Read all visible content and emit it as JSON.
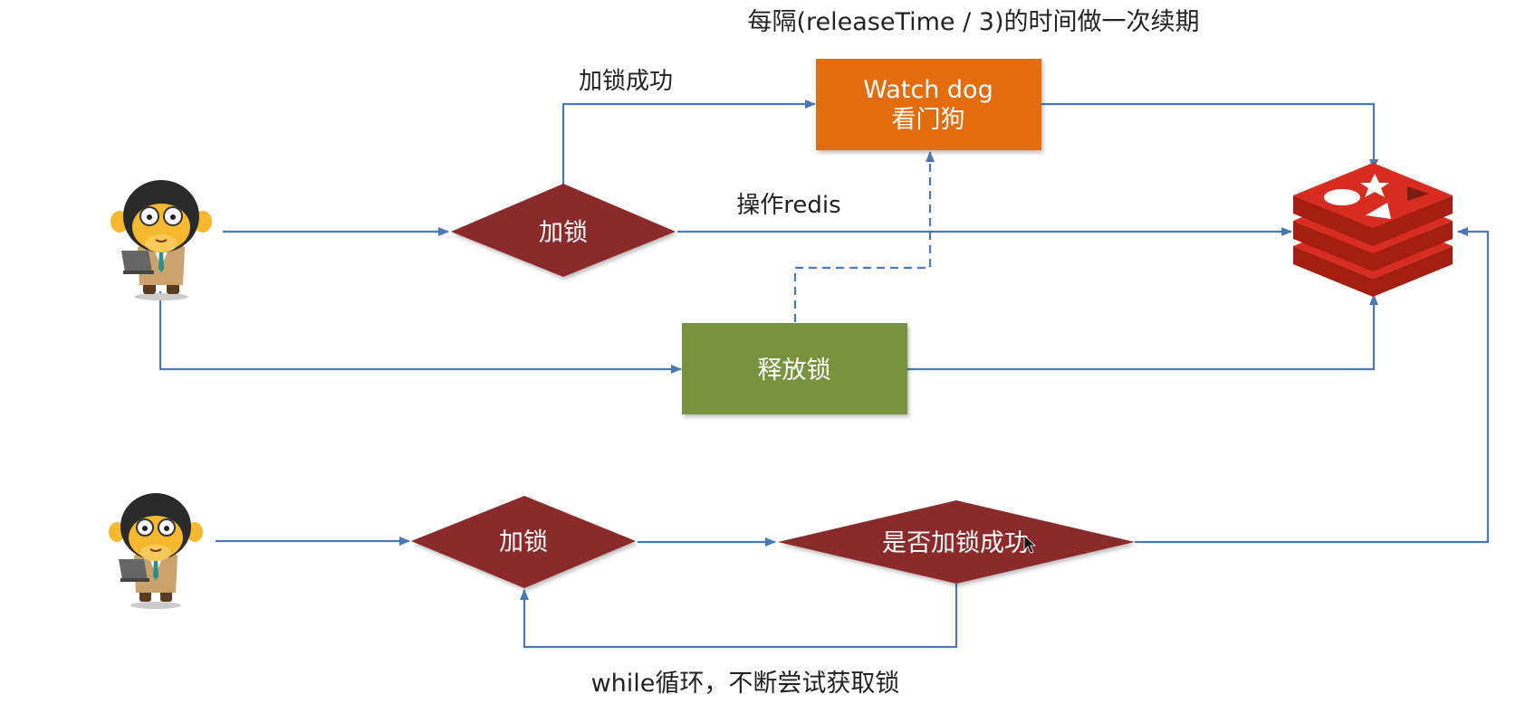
{
  "diagram": {
    "top_note": "每隔(releaseTime / 3)的时间做一次续期",
    "lock_success_label": "加锁成功",
    "operate_redis_label": "操作redis",
    "watchdog": {
      "line1": "Watch dog",
      "line2": "看门狗"
    },
    "lock_top_label": "加锁",
    "release_lock_label": "释放锁",
    "lock_bottom_label": "加锁",
    "check_lock_label": "是否加锁成功",
    "while_loop_label": "while循环，不断尝试获取锁",
    "colors": {
      "arrow": "#4a78b5",
      "watchdog_fill": "#e36c0a",
      "release_fill": "#77933c",
      "diamond_fill": "#8b2b2b",
      "redis_red": "#d82c20"
    },
    "icons": [
      "monkey-developer-icon",
      "monkey-developer-icon",
      "redis-logo-icon"
    ]
  }
}
